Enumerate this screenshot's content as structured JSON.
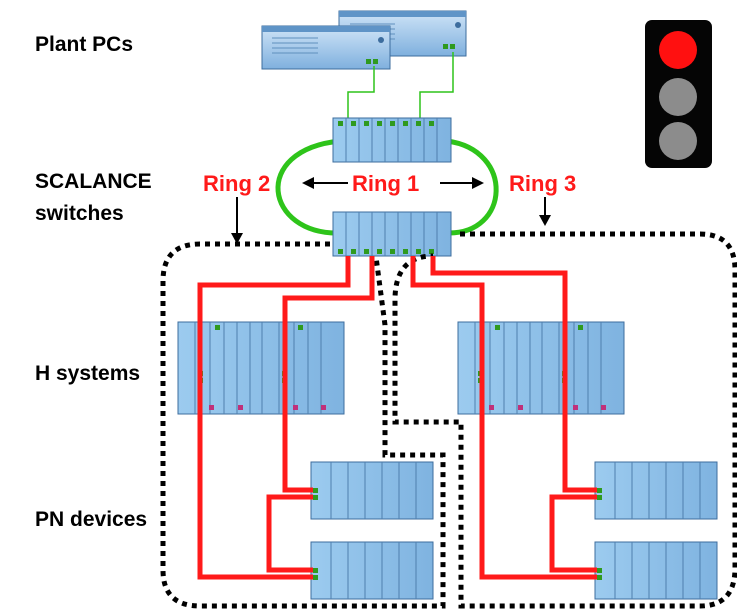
{
  "labels": {
    "plant_pcs": "Plant PCs",
    "scalance_line1": "SCALANCE",
    "scalance_line2": "switches",
    "h_systems": "H systems",
    "pn_devices": "PN devices"
  },
  "rings": {
    "ring1": "Ring 1",
    "ring2": "Ring 2",
    "ring3": "Ring 3"
  },
  "traffic_light": {
    "lamps": [
      "red",
      "gray",
      "gray"
    ],
    "active": "red"
  },
  "colors": {
    "ring_red": "#ff1a1a",
    "link_green": "#2ec41a",
    "module_blue": "#8fc1ea",
    "module_dark": "#5c8fbf",
    "port_green": "#2f9a1e"
  }
}
